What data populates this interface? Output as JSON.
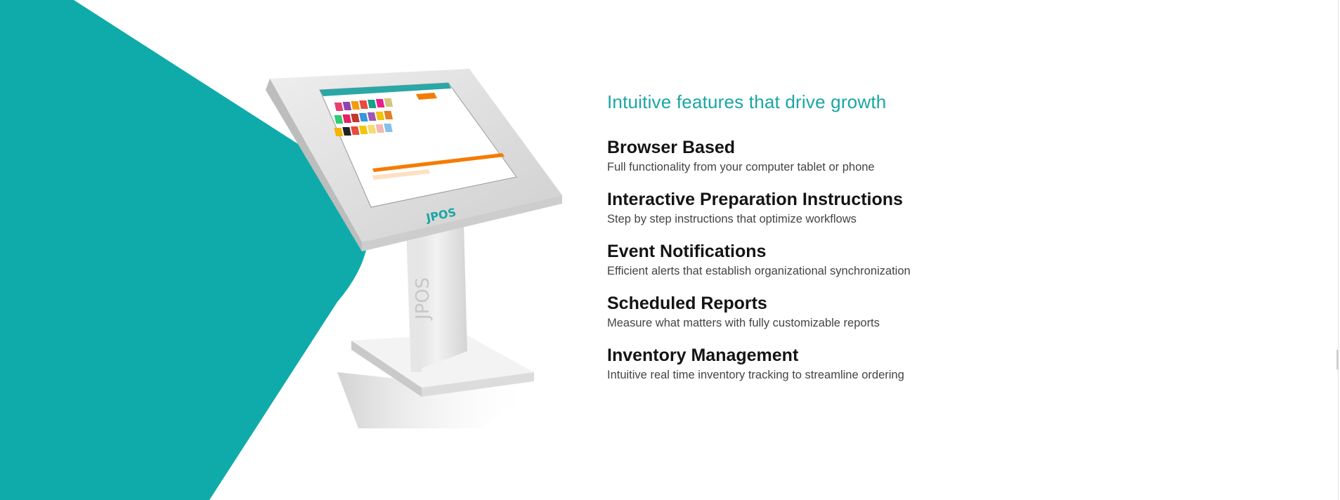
{
  "colors": {
    "accent": "#0fabab",
    "heading": "#1aa5a5",
    "title": "#141414",
    "text": "#444444"
  },
  "kiosk": {
    "brand_screen": "JPOS",
    "brand_stand": "JPOS"
  },
  "section": {
    "heading": "Intuitive features that drive growth",
    "features": [
      {
        "title": "Browser Based",
        "description": "Full functionality from your computer tablet or phone"
      },
      {
        "title": "Interactive Preparation Instructions",
        "description": "Step by step instructions that optimize workflows"
      },
      {
        "title": "Event Notifications",
        "description": "Efficient alerts that establish organizational synchronization"
      },
      {
        "title": "Scheduled Reports",
        "description": "Measure what matters with fully customizable reports"
      },
      {
        "title": "Inventory Management",
        "description": "Intuitive real time inventory tracking to streamline ordering"
      }
    ]
  }
}
